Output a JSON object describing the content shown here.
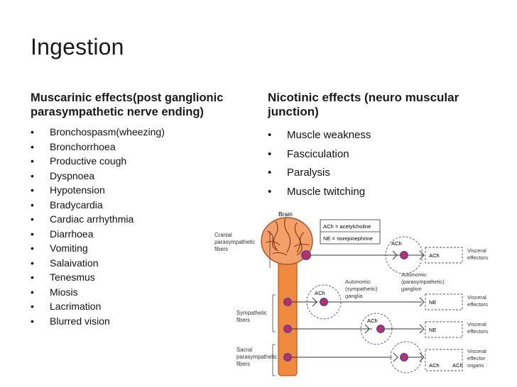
{
  "slide": {
    "title": "Ingestion",
    "muscarinic": {
      "heading": "Muscarinic effects(post ganglionic parasympathetic nerve ending)",
      "items": [
        "Bronchospasm(wheezing)",
        "Bronchorrhoea",
        "Productive cough",
        "Dyspnoea",
        "Hypotension",
        "Bradycardia",
        "Cardiac arrhythmia",
        "Diarrhoea",
        "Vomiting",
        "Salaivation",
        "Tenesmus",
        "Miosis",
        "Lacrimation",
        "Blurred vision"
      ]
    },
    "nicotinic": {
      "heading": "Nicotinic effects (neuro muscular junction)",
      "items": [
        "Muscle weakness",
        "Fasciculation",
        "Paralysis",
        "Muscle twitching"
      ]
    }
  },
  "diagram": {
    "brain_label": "Brain",
    "legend_ach": "ACh = acetylcholine",
    "legend_ne": "NE = norepinephrine",
    "cranial_1": "Cranial",
    "cranial_2": "parasympathetic",
    "cranial_3": "fibers",
    "auto_para_1": "Autonomic",
    "auto_para_2": "(parasympathetic)",
    "auto_para_3": "ganglion",
    "auto_symp_1": "Autonomic",
    "auto_symp_2": "(sympathetic)",
    "auto_symp_3": "ganglia",
    "symp_1": "Sympathetic",
    "symp_2": "fibers",
    "sacral_1": "Sacral",
    "sacral_2": "parasympathetic",
    "sacral_3": "fibers",
    "visceral_1": "Visceral",
    "effectors": "effectors",
    "effector": "effector",
    "organs": "organs",
    "ach": "ACh",
    "ne": "NE"
  },
  "colors": {
    "spine": "#f08a3e",
    "spine_stroke": "#b85a1c",
    "brain": "#f4a06a",
    "synapse": "#c0305a",
    "synapse_ring": "#6a3fa0"
  }
}
